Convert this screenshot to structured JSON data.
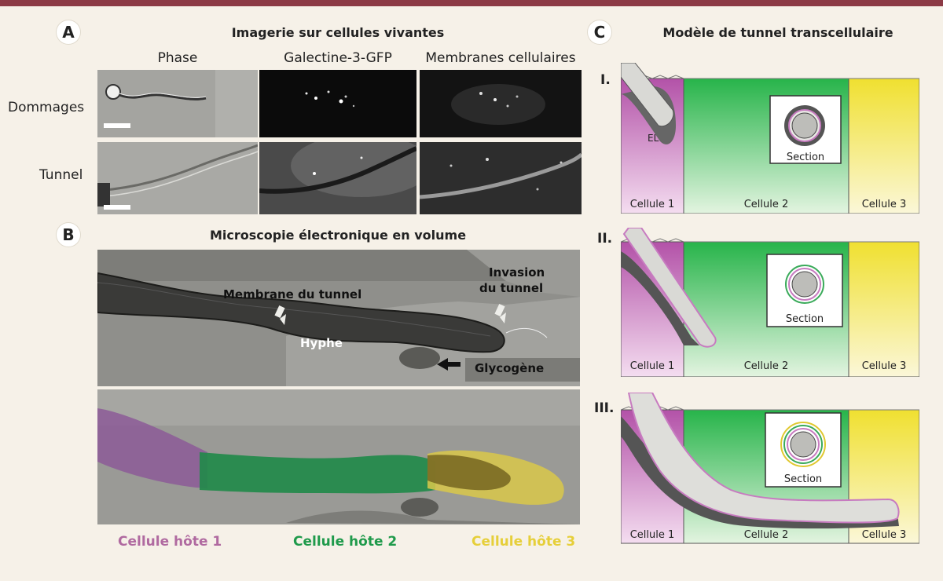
{
  "panelA": {
    "letter": "A",
    "title": "Imagerie sur cellules vivantes",
    "columns": [
      "Phase",
      "Galectine-3-GFP",
      "Membranes cellulaires"
    ],
    "rows": [
      "Dommages",
      "Tunnel"
    ]
  },
  "panelB": {
    "letter": "B",
    "title": "Microscopie électronique en volume",
    "annotations": {
      "membrane": "Membrane du tunnel",
      "invasion_1": "Invasion",
      "invasion_2": "du tunnel",
      "hyphe": "Hyphe",
      "glycogene": "Glycogène"
    },
    "hosts": [
      {
        "label": "Cellule hôte 1",
        "color": "#b06aa0"
      },
      {
        "label": "Cellule hôte 2",
        "color": "#1f9a4b"
      },
      {
        "label": "Cellule hôte 3",
        "color": "#ead85a"
      }
    ]
  },
  "panelC": {
    "letter": "C",
    "title": "Modèle de tunnel transcellulaire",
    "stages": [
      {
        "roman": "I.",
        "section": "Section",
        "el": "EL"
      },
      {
        "roman": "II.",
        "section": "Section"
      },
      {
        "roman": "III.",
        "section": "Section"
      }
    ],
    "cells": [
      "Cellule 1",
      "Cellule 2",
      "Cellule 3"
    ]
  },
  "colors": {
    "header_bar": "#8c3a45",
    "background": "#f6f1e8",
    "cell1": "#c77bc0",
    "cell2": "#4fbe6a",
    "cell3": "#f0e45a"
  }
}
